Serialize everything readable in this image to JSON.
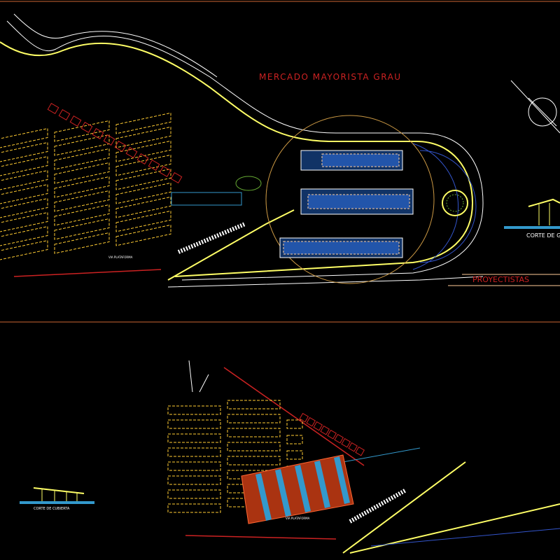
{
  "plan": {
    "title": "MERCADO    MAYORISTA    GRAU",
    "proyectistas": "PROYECTISTAS",
    "section_label_top": "CORTE DE G",
    "section_label_bottom": "CORTE DE CUBIERTA",
    "plaza_label_top": "VIA PLATAFORMA",
    "plaza_label_bottom": "VIA PLATAFORMA"
  },
  "colors": {
    "background": "#000000",
    "road": "#ffff66",
    "road_edge": "#ffffff",
    "stalls": "#ffcc33",
    "blocks": "#cc2222",
    "water": "#3399cc",
    "grid": "#3355cc",
    "title_text": "#cc2222",
    "frame": "#cc6633"
  }
}
